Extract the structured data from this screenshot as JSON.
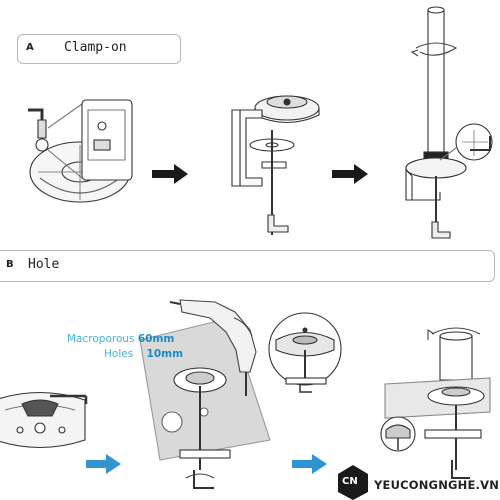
{
  "section_a": {
    "letter": "A",
    "title": "Clamp-on"
  },
  "section_b": {
    "letter": "B",
    "title": "Hole"
  },
  "hole_note": {
    "line1_text": "Macroporous",
    "line1_value": "60mm",
    "line2_text": "Holes",
    "line2_value": "10mm"
  },
  "watermark": {
    "logo_letters": "CN",
    "text": "YEUCONGNGHE.VN"
  },
  "colors": {
    "arrow_black": "#1a1a1a",
    "arrow_blue": "#2f94d0",
    "label_blue": "#49b1d9"
  }
}
